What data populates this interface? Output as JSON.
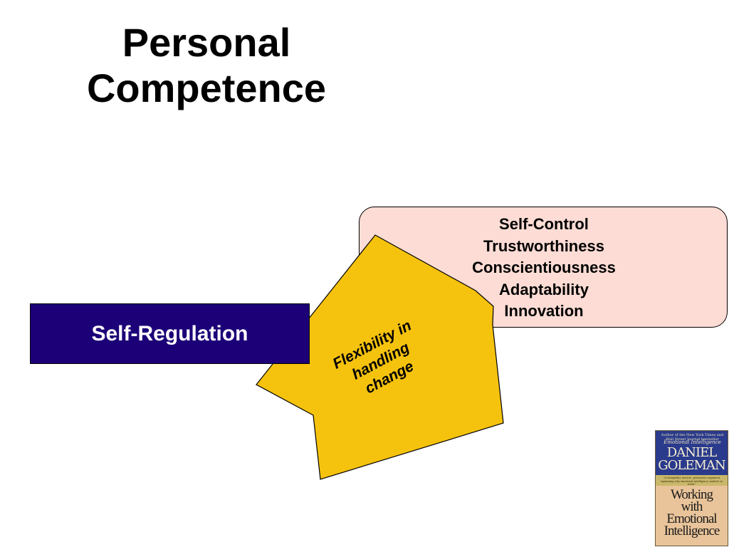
{
  "slide": {
    "title_lines": [
      "Personal",
      "Competence"
    ],
    "competency": "Self-Regulation",
    "items": [
      "Self-Control",
      "Trustworthiness",
      "Conscientiousness",
      "Adaptability",
      "Innovation"
    ],
    "arrow_lines": [
      "Flexibility in",
      "handling",
      "change"
    ]
  },
  "book": {
    "tagline": "Author of the New York Times and Wall Street Journal bestseller",
    "subtitle": "Emotional Intelligence",
    "author_lines": [
      "DANIEL",
      "GOLEMAN"
    ],
    "blurb": "\"A thoughtful, incisive, persuasive argument explaining why emotional intelligence matters at work.\"",
    "title_lines": [
      "Working",
      "with",
      "Emotional",
      "Intelligence"
    ]
  },
  "colors": {
    "box_fill": "#1c0078",
    "arrow_fill": "#f5c20e",
    "callout_fill": "#fcdcd4"
  }
}
